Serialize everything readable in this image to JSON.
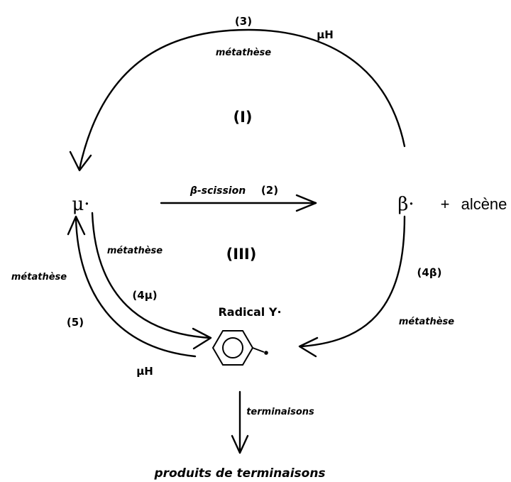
{
  "loop_labels": {
    "step3": "(3)",
    "muH_top": "μH",
    "metathese_top": "métathèse",
    "loop1": "(I)",
    "loop3": "(III)"
  },
  "species": {
    "mu_radical": "μ·",
    "beta_radical": "β·",
    "plus": "+",
    "alkene": "alcène",
    "radical_y": "Radical Y·"
  },
  "reactions": {
    "beta_scission": "β-scission",
    "step2": "(2)",
    "metathese_mu": "métathèse",
    "step4mu": "(4μ)",
    "metathese_left": "métathèse",
    "step5": "(5)",
    "muH_bottom": "μH",
    "step4beta": "(4β)",
    "metathese_beta": "métathèse",
    "terminaisons": "terminaisons",
    "produits": "produits de terminaisons"
  }
}
